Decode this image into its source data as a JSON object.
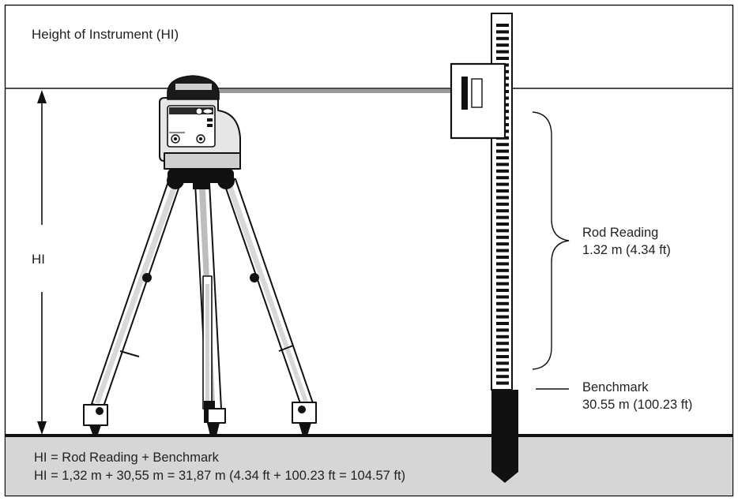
{
  "labels": {
    "top_title": "Height of Instrument (HI)",
    "hi_label": "HI",
    "rod_reading_title": "Rod Reading",
    "rod_reading_value": "1.32 m (4.34 ft)",
    "benchmark_title": "Benchmark",
    "benchmark_value": "30.55 m (100.23 ft)",
    "formula_line1": "HI = Rod Reading + Benchmark",
    "formula_line2": "HI = 1,32 m + 30,55 m = 31,87 m (4.34 ft + 100.23 ft = 104.57 ft)"
  },
  "colors": {
    "line": "#111111",
    "ground_fill": "#d6d6d6",
    "laser_beam": "#9a9a9a",
    "instrument_light": "#e6e6e6",
    "instrument_mid": "#bdbdbd",
    "instrument_dark": "#222222"
  }
}
